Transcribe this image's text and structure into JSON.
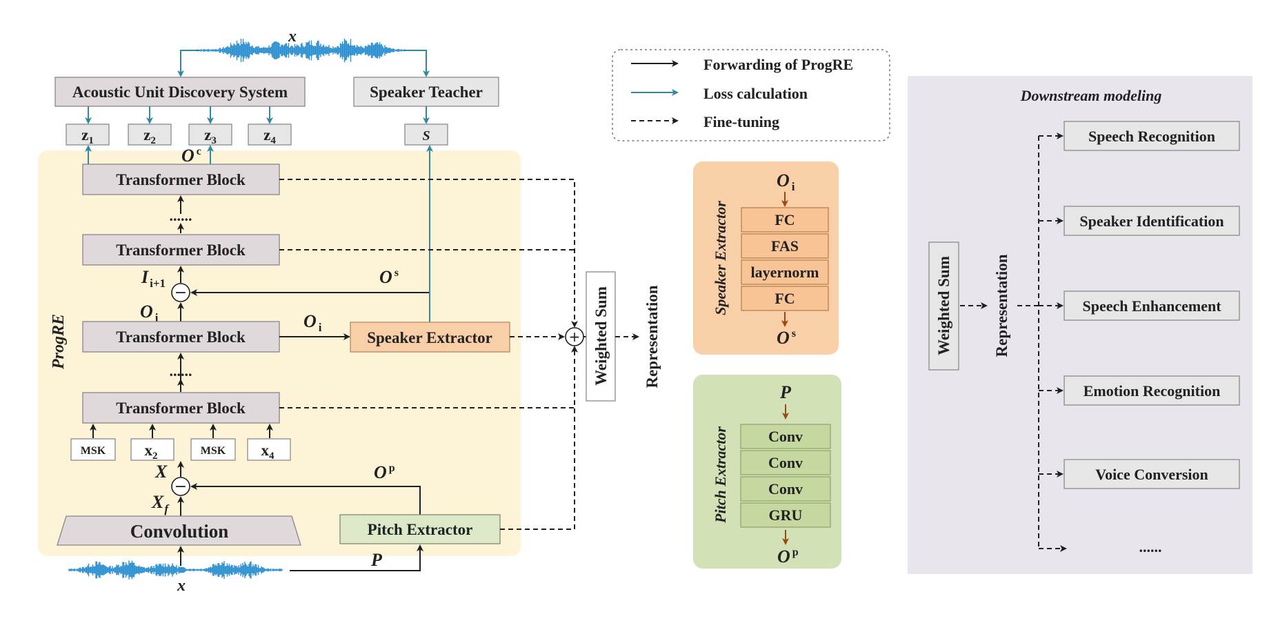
{
  "legend": {
    "forwarding": "Forwarding of ProgRE",
    "loss": "Loss calculation",
    "finetune": "Fine-tuning"
  },
  "top": {
    "x_label": "x",
    "aud_system": "Acoustic Unit Discovery System",
    "speaker_teacher": "Speaker Teacher",
    "z_labels": [
      "z",
      "z",
      "z",
      "z"
    ],
    "z_subs": [
      "1",
      "2",
      "3",
      "4"
    ],
    "s_label": "S",
    "oc_main": "O",
    "oc_sup": "c"
  },
  "progre": {
    "label": "ProgRE",
    "transformer_block": "Transformer Block",
    "dots": "......",
    "speaker_extractor": "Speaker Extractor",
    "pitch_extractor": "Pitch Extractor",
    "convolution": "Convolution",
    "inputs": [
      "MSK",
      "x",
      "MSK",
      "x"
    ],
    "input_subs": [
      "",
      "2",
      "",
      "4"
    ],
    "os_main": "O",
    "os_sup": "s",
    "ii_main": "I",
    "ii_sub": "i+1",
    "oi_main": "O",
    "oi_sub": "i",
    "op_main": "O",
    "op_sup": "p",
    "X": "X",
    "Xf_main": "X",
    "Xf_sub": "f",
    "P": "P",
    "x_bottom": "x",
    "minus": "−",
    "plus": "+",
    "weighted_sum": "Weighted Sum",
    "representation": "Representation"
  },
  "speaker_panel": {
    "title": "Speaker Extractor",
    "in_main": "O",
    "in_sub": "i",
    "layers": [
      "FC",
      "FAS",
      "layernorm",
      "FC"
    ],
    "out_main": "O",
    "out_sup": "s"
  },
  "pitch_panel": {
    "title": "Pitch Extractor",
    "in_label": "P",
    "layers": [
      "Conv",
      "Conv",
      "Conv",
      "GRU"
    ],
    "out_main": "O",
    "out_sup": "p"
  },
  "downstream": {
    "title": "Downstream modeling",
    "weighted_sum": "Weighted Sum",
    "representation": "Representation",
    "tasks": [
      "Speech Recognition",
      "Speaker Identification",
      "Speech Enhancement",
      "Emotion Recognition",
      "Voice Conversion",
      "......"
    ]
  },
  "colors": {
    "progre_bg": "#fdf3d6",
    "speaker_bg": "#f9cfa8",
    "pitch_bg": "#d3e1b6",
    "downstream_bg": "#e8e5ed",
    "teal": "#2e8a9c",
    "wave": "#2a8fd0"
  }
}
